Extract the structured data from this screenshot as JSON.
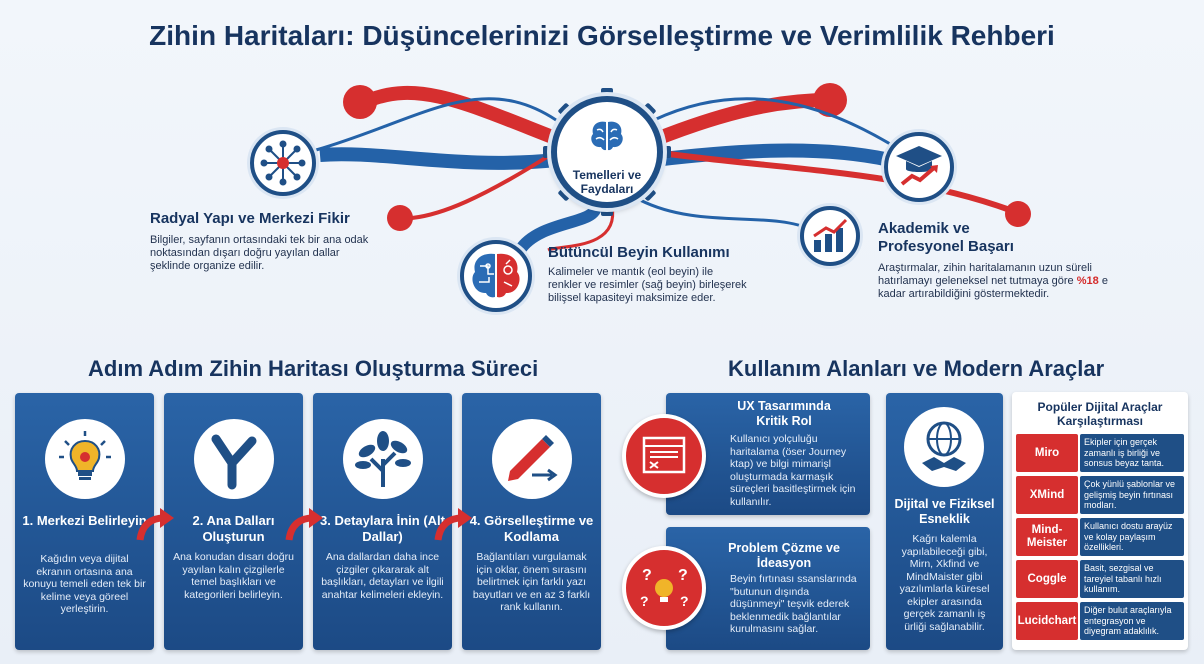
{
  "title": "Zihin Haritaları: Düşüncelerinizi Görselleştirme ve Verimlilik Rehberi",
  "hub": {
    "label": "Temelleri ve Faydaları",
    "icon": "brain-icon"
  },
  "features": [
    {
      "title": "Radyal Yapı ve Merkezi Fikir",
      "icon": "network-icon",
      "desc": "Bilgiler, sayfanın ortasındaki tek bir ana odak noktasından dışarı doğru yayılan dallar şeklinde organize edilir."
    },
    {
      "title": "Bütüncül Beyin Kullanımı",
      "icon": "brain-halves-icon",
      "desc": "Kalimeler ve mantık (eol beyin) ile renkler ve resimler (sağ beyin) birleşerek bilişsel kapasiteyi maksimize eder."
    },
    {
      "title": "Akademik ve Profesyonel Başarı",
      "icon": "graduation-chart-icon",
      "desc_before": "Araştırmalar, zihin haritalamanın uzun süreli hatırlamayı geleneksel net tutmaya göre ",
      "desc_highlight": "%18",
      "desc_after": " e kadar artırabildiğini göstermektedir."
    }
  ],
  "sections": {
    "steps_heading": "Adım Adım Zihin Haritası Oluşturma Süreci",
    "usage_heading": "Kullanım Alanları ve Modern Araçlar"
  },
  "steps": [
    {
      "title": "1. Merkezi Belirleyin",
      "icon": "lightbulb-icon",
      "desc": "Kağıdın veya dijital ekranın ortasına ana konuyu temeli eden tek bir kelime veya göreel yerleştirin."
    },
    {
      "title": "2. Ana Dalları Oluşturun",
      "icon": "branch-icon",
      "desc": "Ana konudan dısarı doğru yayılan kalın çizgilerle temel başlıkları ve kategorileri belirleyin."
    },
    {
      "title": "3. Detaylara İnin (Alt Dallar)",
      "icon": "tree-icon",
      "desc": "Ana dallardan daha ince çizgiler çıkararak alt başlıkları, detayları ve ilgili anahtar kelimeleri ekleyin."
    },
    {
      "title": "4. Görselleştirme ve Kodlama",
      "icon": "pen-arrow-icon",
      "desc": "Bağlantıları vurgulamak için oklar, önem sırasını belirtmek için farklı yazı bayutları ve en az 3 farklı rank kullanın."
    }
  ],
  "usage": [
    {
      "title": "UX Tasarımında Kritik Rol",
      "icon": "wireframe-icon",
      "desc": "Kullanıcı yolçuluğu haritalama (öser Journey ktap) ve bilgi mimarişl oluşturmada karmaşık süreçleri basitleştirmek için kullanılır."
    },
    {
      "title": "Problem Çözme ve İdeasyon",
      "icon": "question-bulb-icon",
      "desc": "Beyin fırtınası ssanslarında \"butunun dışında düşünmeyi\" teşvik ederek beklenmedik bağlantılar kurulmasını sağlar."
    },
    {
      "title": "Dijital ve Fiziksel Esneklik",
      "icon": "globe-handshake-icon",
      "desc": "Kağrı kalemla yapılabileceği gibi, Mirn, Xkfind ve MindMaister gibi yazılımlarla küresel ekipler arasında gerçek zamanlı iş ürliği sağlanabilir."
    }
  ],
  "tools": {
    "title": "Popüler Dijital Araçlar Karşılaştırması",
    "rows": [
      {
        "name": "Miro",
        "desc": "Ekipler için gerçek zamanlı iş birliği ve sonsus beyaz tanta."
      },
      {
        "name": "XMind",
        "desc": "Çok yünlü şablonlar ve gelişmiş beyin fırtınası modları."
      },
      {
        "name": "Mind-Meister",
        "desc": "Kullanıcı dostu arayüz ve kolay paylaşım özellikleri."
      },
      {
        "name": "Coggle",
        "desc": "Basit, sezgisal ve tareyiel tabanlı hızlı kullanım."
      },
      {
        "name": "Lucidchart",
        "desc": "Diğer bulut araçlarıyla entegrasyon ve diyegram adaklılık."
      }
    ]
  },
  "colors": {
    "navy": "#1f4f86",
    "red": "#d62f2f",
    "title": "#17345f"
  }
}
